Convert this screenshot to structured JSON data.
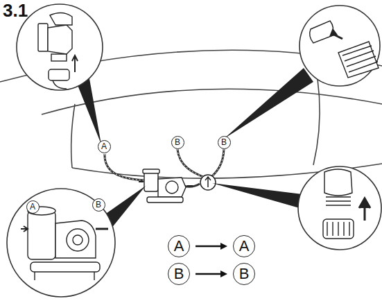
{
  "diagram": {
    "title": "3.1",
    "nodes": [
      {
        "text": [
          "A"
        ]
      },
      {
        "text": [
          "B"
        ]
      },
      {
        "text": [
          "B"
        ]
      },
      {
        "text": [
          "A"
        ]
      },
      {
        "text": [
          "B"
        ]
      },
      {
        "text": [
          "A"
        ]
      },
      {
        "text": [
          "A"
        ]
      },
      {
        "text": [
          "B"
        ]
      },
      {
        "text": [
          "B"
        ]
      }
    ],
    "edges": [
      {
        "from": 5,
        "to": 6,
        "arrow": "to"
      },
      {
        "from": 7,
        "to": 8,
        "arrow": "to"
      }
    ]
  }
}
